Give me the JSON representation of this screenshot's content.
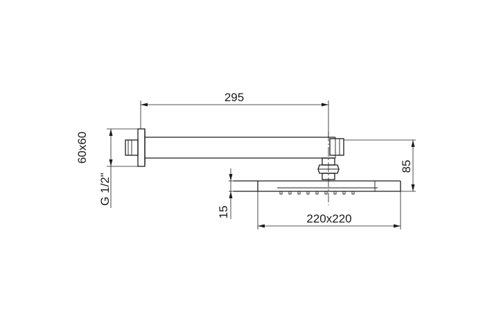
{
  "dimensions": {
    "arm_length": "295",
    "flange_size": "60x60",
    "thread": "G 1/2\"",
    "height": "85",
    "head_thickness": "15",
    "head_size": "220x220"
  }
}
